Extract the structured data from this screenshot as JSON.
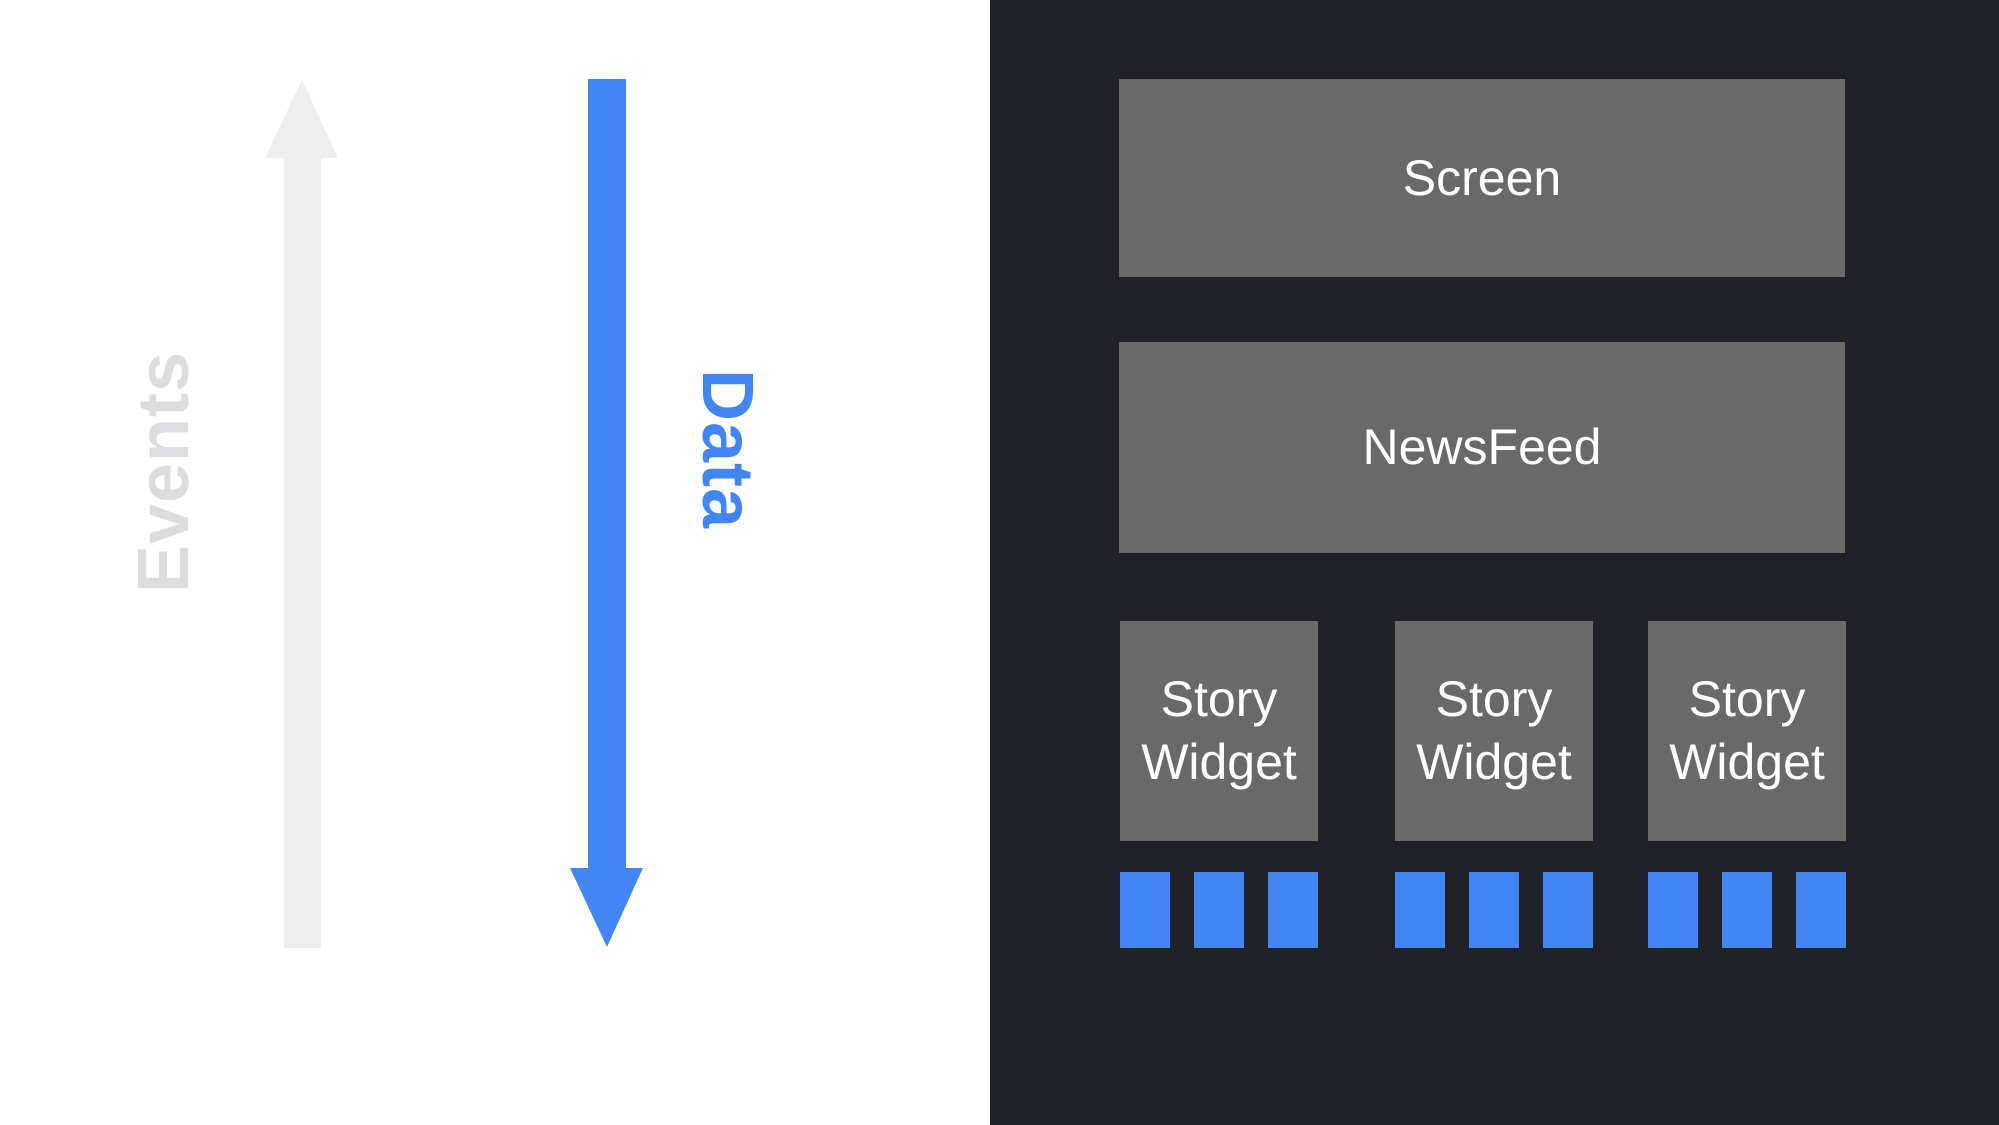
{
  "left_panel": {
    "events": {
      "label": "Events",
      "direction": "up",
      "text_color": "#DCDDDE",
      "arrow_color": "#EEEEEE"
    },
    "data": {
      "label": "Data",
      "direction": "down",
      "text_color": "#4285F4",
      "arrow_color": "#4285F4"
    }
  },
  "right_panel": {
    "background": "#202227",
    "box_color": "#696969",
    "box_text_color": "#FFFFFF",
    "accent_color": "#4285F4",
    "screen": {
      "label": "Screen"
    },
    "newsfeed": {
      "label": "NewsFeed"
    },
    "story_widgets": [
      {
        "label": "Story Widget",
        "data_squares": 3
      },
      {
        "label": "Story Widget",
        "data_squares": 3
      },
      {
        "label": "Story Widget",
        "data_squares": 3
      }
    ]
  }
}
